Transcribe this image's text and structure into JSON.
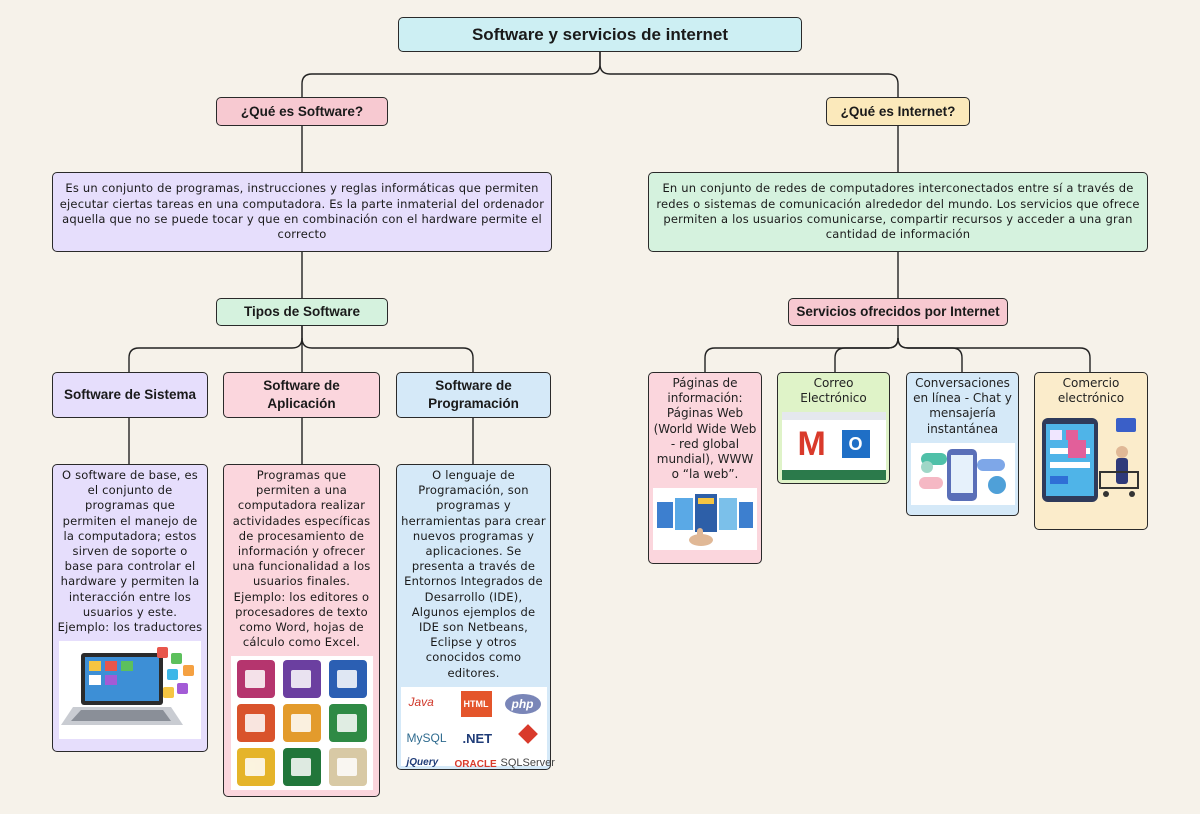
{
  "colors": {
    "background": "#f6f2ea",
    "title": "#cdeff3",
    "software": "#f7c9d1",
    "internet": "#fbe9bb",
    "lavender": "#e6defc",
    "mint": "#d5f2de",
    "pink": "#fbd6dd",
    "lightblue": "#d5e9f8",
    "green": "#dff3c8",
    "yellow": "#fbeccb"
  },
  "title": "Software y servicios de internet",
  "software": {
    "question": "¿Qué es Software?",
    "definition": "Es un conjunto de programas, instrucciones y reglas informáticas que permiten ejecutar ciertas tareas en una computadora. Es la parte inmaterial del ordenador aquella que no se puede tocar y que en combinación con el hardware permite el correcto",
    "types_label": "Tipos de Software",
    "types": [
      {
        "name": "Software de Sistema",
        "description": "O software de base, es el conjunto de programas que permiten el manejo de la computadora; estos sirven de soporte o base para controlar el hardware y permiten la interacción entre los usuarios y este. Ejemplo: los traductores",
        "image": "laptop-apps-icon"
      },
      {
        "name": "Software de Aplicación",
        "description": "Programas que permiten a una computadora realizar actividades específicas de procesamiento de información y ofrecer una funcionalidad a los usuarios finales. Ejemplo: los editores o procesadores de texto como Word, hojas de cálculo como Excel.",
        "image": "office-apps-icon"
      },
      {
        "name": "Software de Programación",
        "description": "O lenguaje de Programación, son programas y herramientas para crear nuevos programas y aplicaciones. Se presenta a través de Entornos Integrados de Desarrollo (IDE), Algunos ejemplos de IDE son Netbeans, Eclipse y otros conocidos como editores.",
        "logos": [
          "Java",
          "HTML",
          "php",
          "MySQL",
          ".NET",
          "jQuery",
          "ORACLE",
          "SQLServer"
        ]
      }
    ]
  },
  "internet": {
    "question": "¿Qué es Internet?",
    "definition": "En un conjunto de redes de computadores interconectados entre sí a través de redes o sistemas de comunicación alrededor del mundo. Los servicios que ofrece permiten a los usuarios comunicarse, compartir recursos y acceder a una gran cantidad de información",
    "services_label": "Servicios ofrecidos por Internet",
    "services": [
      {
        "name": "Páginas de información: Páginas Web (World Wide Web - red global mundial), WWW o “la web”.",
        "image": "web-pages-icon"
      },
      {
        "name": "Correo Electrónico",
        "image": "email-icon",
        "gmail_badge": "M",
        "outlook_badge": "O"
      },
      {
        "name": "Conversaciones en línea - Chat y mensajería instantánea",
        "image": "chat-icon"
      },
      {
        "name": "Comercio electrónico",
        "image": "ecommerce-icon"
      }
    ]
  }
}
